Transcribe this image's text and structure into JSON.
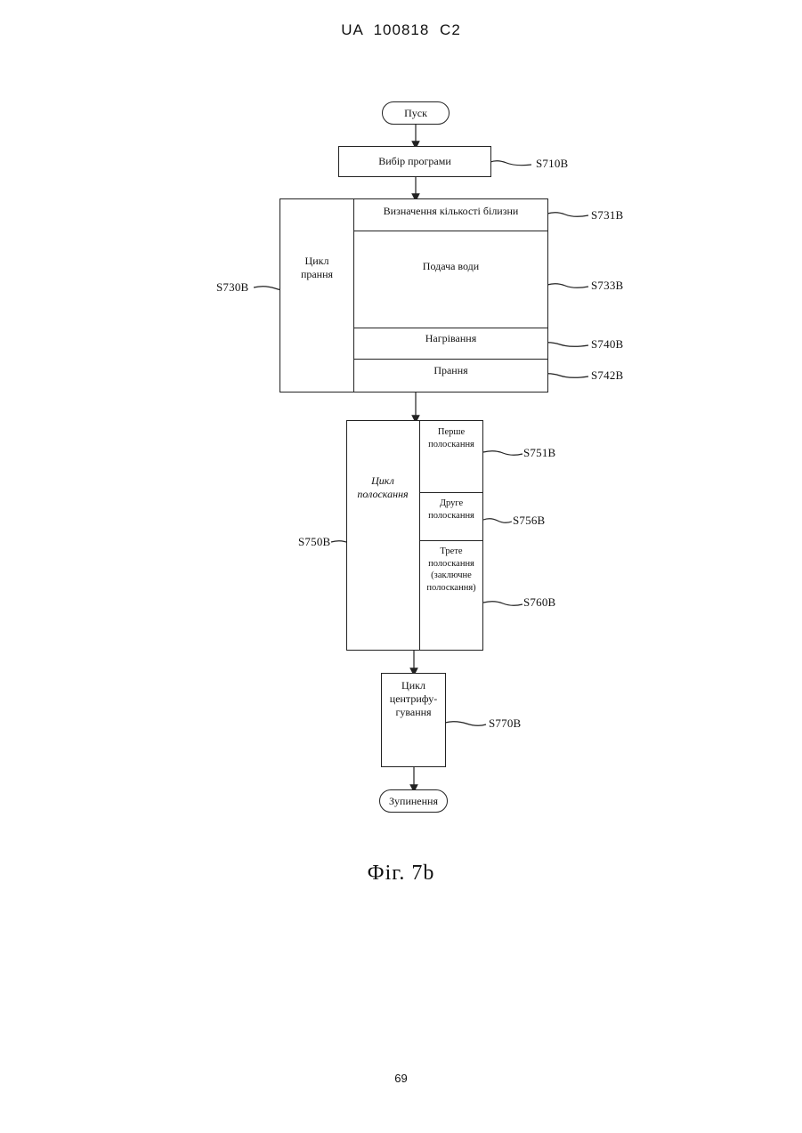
{
  "header": {
    "doc_id": "UA 100818 C2"
  },
  "flowchart": {
    "start": "Пуск",
    "select_program": {
      "label": "Вибір програми",
      "ref": "S710B"
    },
    "wash_cycle": {
      "label": "Цикл прання",
      "ref": "S730B",
      "steps": [
        {
          "label": "Визначення кількості білизни",
          "ref": "S731B"
        },
        {
          "label": "Подача води",
          "ref": "S733B"
        },
        {
          "label": "Нагрівання",
          "ref": "S740B"
        },
        {
          "label": "Прання",
          "ref": "S742B"
        }
      ]
    },
    "rinse_cycle": {
      "label": "Цикл полоскання",
      "ref": "S750B",
      "steps": [
        {
          "label": "Перше полоскання",
          "ref": "S751B"
        },
        {
          "label": "Друге полоскання",
          "ref": "S756B"
        },
        {
          "label": "Трете полоскання (заключне полоскання)",
          "ref": "S760B"
        }
      ]
    },
    "spin_cycle": {
      "label": "Цикл центрифу-гування",
      "ref": "S770B"
    },
    "stop": "Зупинення"
  },
  "caption": "Фіг. 7b",
  "page_number": "69"
}
